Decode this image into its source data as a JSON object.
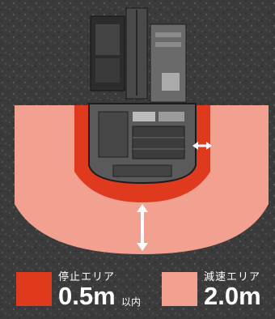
{
  "legend": {
    "stop_zone": {
      "label": "停止エリア",
      "value": "0.5m",
      "suffix": "以内",
      "color": "#e03a1e"
    },
    "slow_zone": {
      "label": "減速エリア",
      "value": "2.0m",
      "color": "#f2a090"
    }
  },
  "colors": {
    "ground": "#3a3a3a",
    "machine_body": "#5a5a5a",
    "arrow": "#ffffff"
  },
  "icons": [
    "excavator-machine",
    "double-arrow-horizontal",
    "double-arrow-vertical"
  ]
}
